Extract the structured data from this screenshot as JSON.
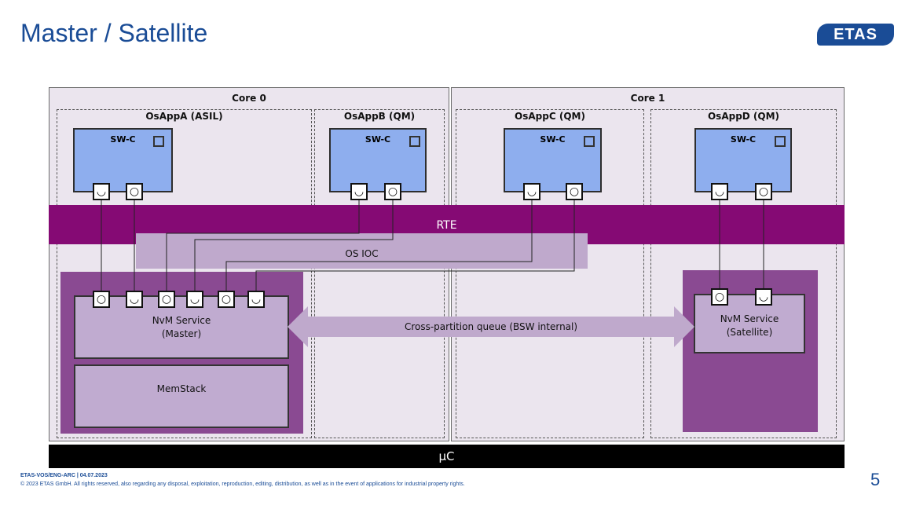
{
  "title": "Master / Satellite",
  "logo": "ETAS",
  "cores": [
    "Core 0",
    "Core 1"
  ],
  "os_apps": [
    "OsAppA (ASIL)",
    "OsAppB (QM)",
    "OsAppC (QM)",
    "OsAppD (QM)"
  ],
  "swc_label": "SW-C",
  "port_symbols": {
    "receiver": "◡",
    "sender": "○"
  },
  "rte_label": "RTE",
  "ioc_label": "OS IOC",
  "nvm_master": "NvM Service\n(Master)",
  "nvm_satellite": "NvM Service\n(Satellite)",
  "memstack": "MemStack",
  "queue_label": "Cross-partition queue (BSW internal)",
  "uc_label": "µC",
  "footer": {
    "doc_id": "ETAS-VOS/ENG-ARC  | 04.07.2023",
    "copyright": "© 2023  ETAS GmbH. All rights reserved, also regarding any disposal, exploitation, reproduction, editing, distribution, as well as in the event of applications for industrial property rights.",
    "page": "5"
  },
  "colors": {
    "title": "#1a4c96",
    "rte": "#850a74",
    "swc": "#8eaeee",
    "bsw": "#8a4a92",
    "ioc": "#bfa9cc"
  }
}
